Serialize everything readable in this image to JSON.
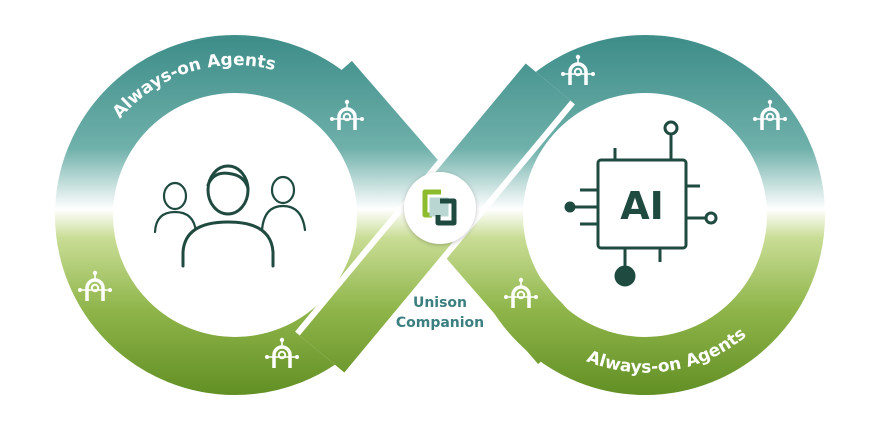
{
  "diagram": {
    "top_left_label": "Always-on Agents",
    "bottom_right_label": "Always-on Agents",
    "center_label_line1": "Unison",
    "center_label_line2": "Companion",
    "left_node_icon": "people-group-icon",
    "right_node_icon": "ai-chip-icon",
    "right_node_text": "AI",
    "center_icon": "unison-companion-logo-icon",
    "agent_icon": "agent-robot-icon"
  },
  "colors": {
    "teal": "#3f8e8a",
    "green": "#6e9a2a",
    "dark": "#1f4a40",
    "label_teal": "#3c7f80"
  }
}
